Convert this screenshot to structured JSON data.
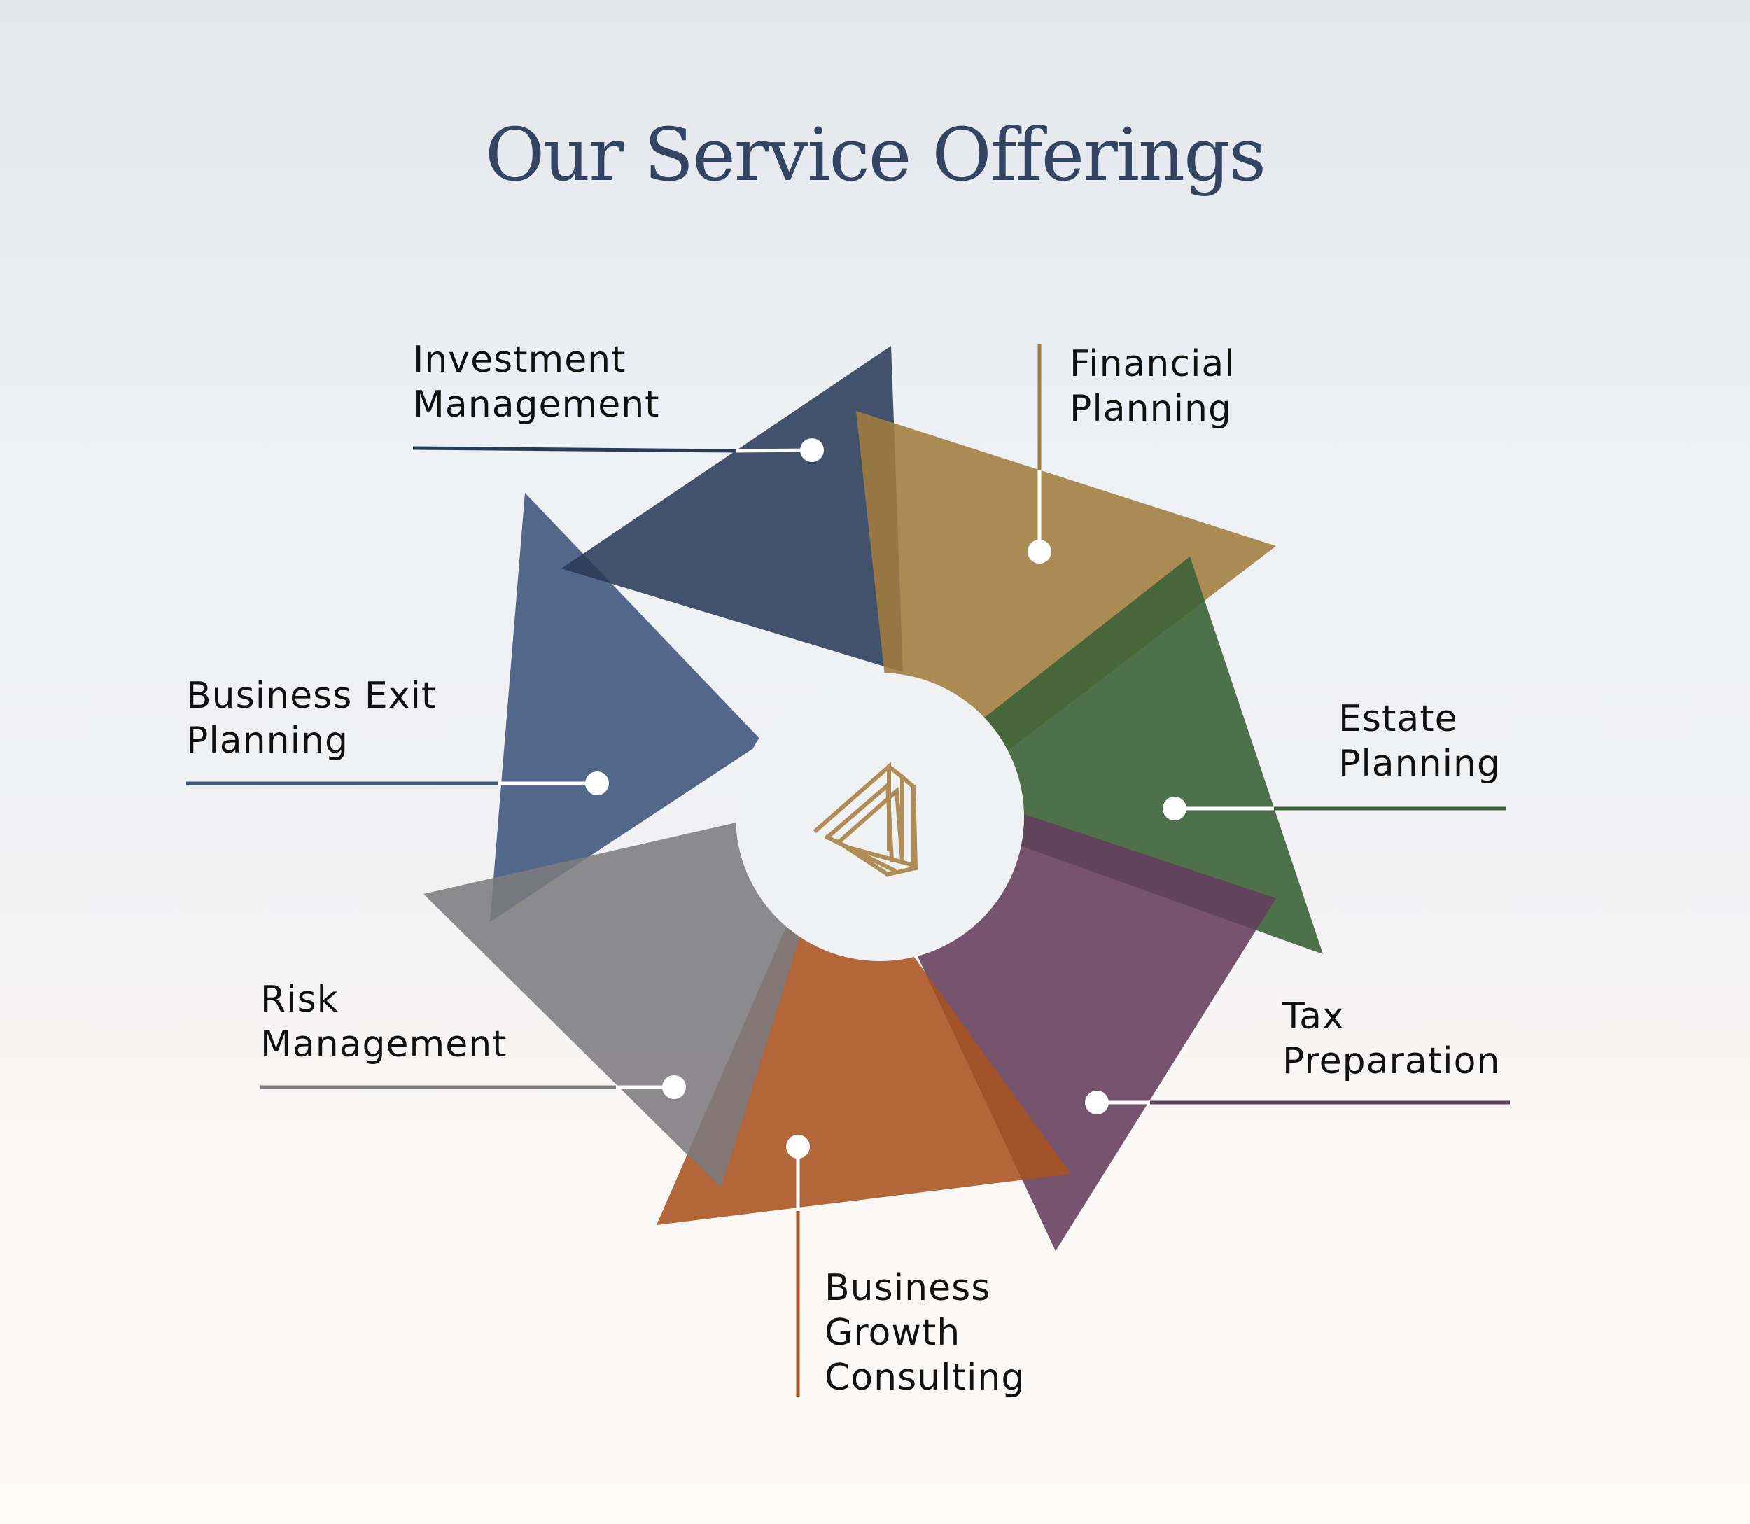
{
  "title": "Our Service Offerings",
  "services": [
    {
      "id": "investment-management",
      "lines": [
        "Investment",
        "Management"
      ],
      "color": "#2a3b59"
    },
    {
      "id": "financial-planning",
      "lines": [
        "Financial",
        "Planning"
      ],
      "color": "#a27c3d"
    },
    {
      "id": "estate-planning",
      "lines": [
        "Estate",
        "Planning"
      ],
      "color": "#3c6338"
    },
    {
      "id": "tax-preparation",
      "lines": [
        "Tax",
        "Preparation"
      ],
      "color": "#643d5b"
    },
    {
      "id": "business-growth-consulting",
      "lines": [
        "Business",
        "Growth",
        "Consulting"
      ],
      "color": "#a8521f"
    },
    {
      "id": "risk-management",
      "lines": [
        "Risk",
        "Management"
      ],
      "color": "#7c7b7e"
    },
    {
      "id": "business-exit-planning",
      "lines": [
        "Business Exit",
        "Planning"
      ],
      "color": "#41587f"
    }
  ],
  "center": {
    "icon": "triangle-logo-icon",
    "icon_color": "#b08d57",
    "background": "#f0f1f3"
  },
  "title_color": "#334563"
}
